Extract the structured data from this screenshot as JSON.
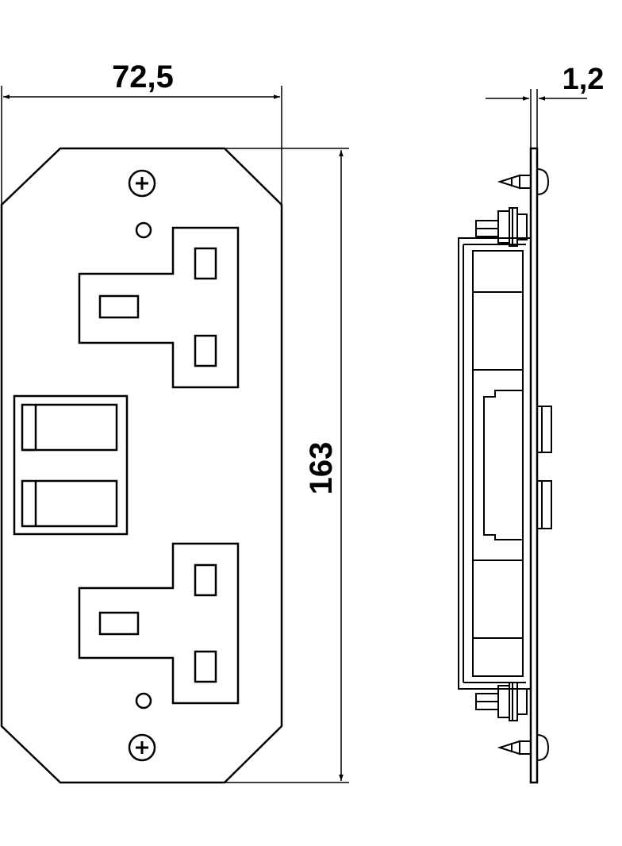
{
  "dimensions": {
    "width": "72,5",
    "height": "163",
    "depth": "1,2"
  },
  "colors": {
    "line": "#000000",
    "background": "#ffffff"
  }
}
